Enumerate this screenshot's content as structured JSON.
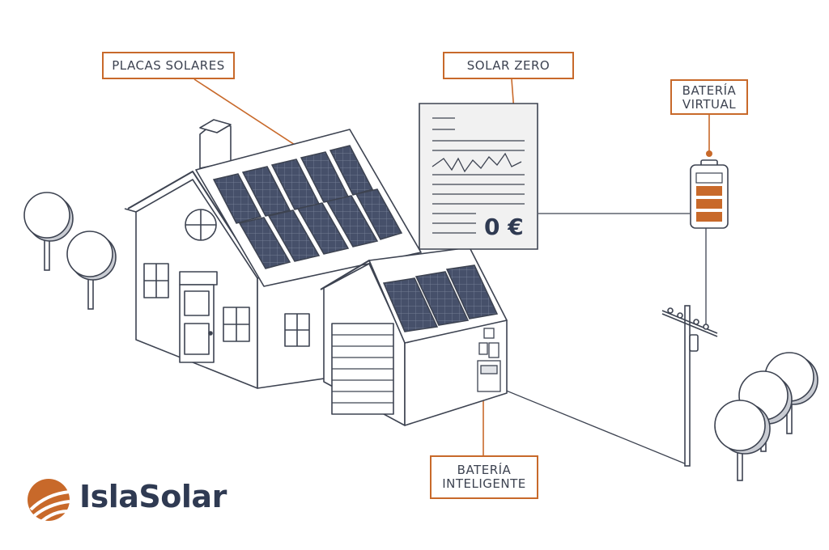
{
  "labels": {
    "placas": "PLACAS SOLARES",
    "zero": "SOLAR ZERO",
    "virtual_line1": "BATERÍA",
    "virtual_line2": "VIRTUAL",
    "inteligente_line1": "BATERÍA",
    "inteligente_line2": "INTELIGENTE"
  },
  "bill": {
    "amount": "0 €"
  },
  "brand": {
    "name": "IslaSolar",
    "logo_icon": "sun-flame-logo"
  },
  "colors": {
    "accent": "#c8692a",
    "line": "#3d4351",
    "panel": "#46506a",
    "paper": "#f1f1f1"
  },
  "icons": [
    "house-icon",
    "garage-icon",
    "solar-panel-icon",
    "battery-icon",
    "utility-pole-icon",
    "tree-icon",
    "bill-document-icon"
  ]
}
